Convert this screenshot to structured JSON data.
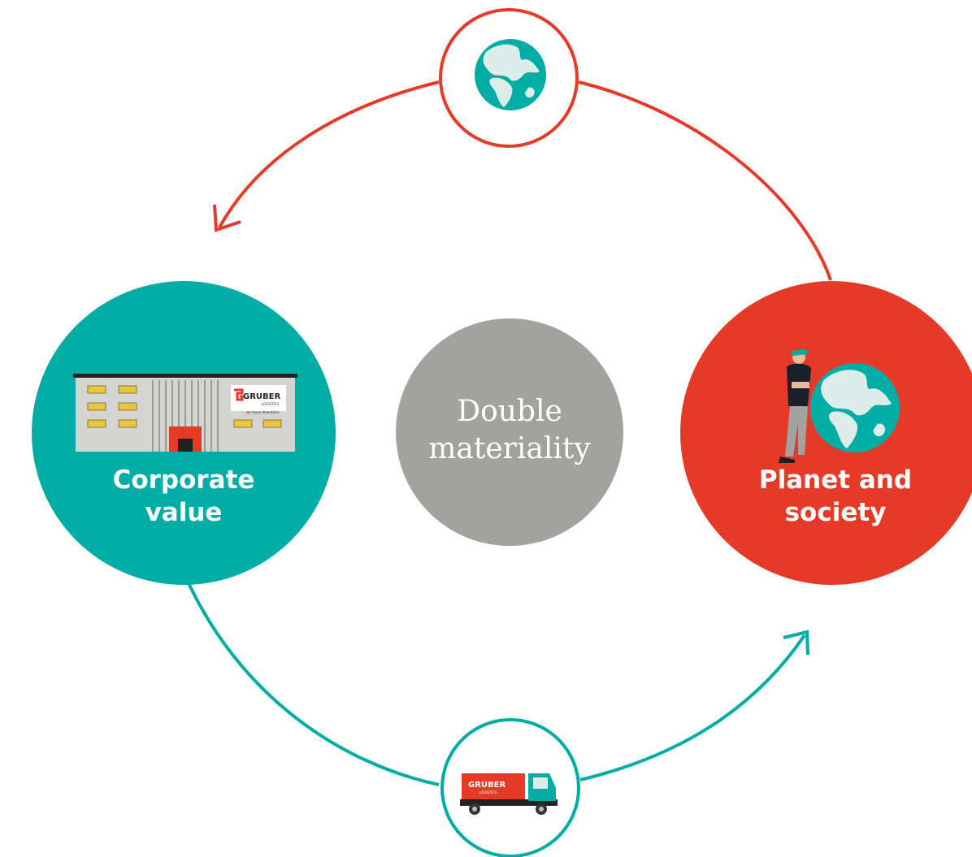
{
  "diagram": {
    "center": {
      "line1": "Double",
      "line2": "materiality"
    },
    "left_node": {
      "line1": "Corporate",
      "line2": "value"
    },
    "right_node": {
      "line1": "Planet and",
      "line2": "society"
    },
    "brand_sign": {
      "name": "GRUBER",
      "sub": "LOGISTICS",
      "slogan": "we move mountains"
    },
    "truck_sign": {
      "name": "GRUBER",
      "sub": "LOGISTICS"
    }
  },
  "colors": {
    "teal": "#00ADA5",
    "red": "#E53A28",
    "gray": "#A2A39E",
    "globe_land": "#DDEDE9",
    "building": "#D4D4D2"
  },
  "icons": [
    "globe-icon",
    "warehouse-icon",
    "worker-icon",
    "truck-icon",
    "arrow-head-icon"
  ]
}
